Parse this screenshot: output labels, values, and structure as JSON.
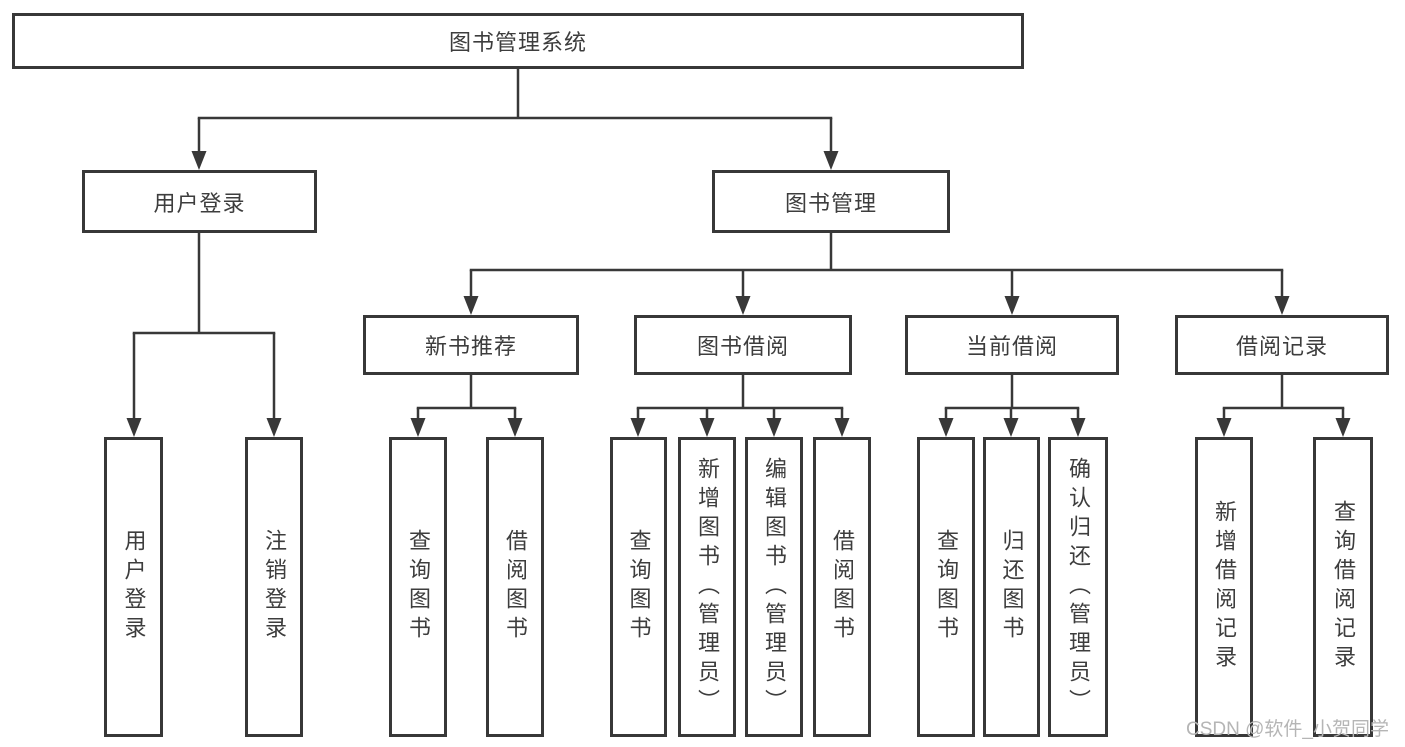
{
  "tree": {
    "label": "图书管理系统",
    "children": [
      {
        "label": "用户登录",
        "children": [
          {
            "label": "用户登录"
          },
          {
            "label": "注销登录"
          }
        ]
      },
      {
        "label": "图书管理",
        "children": [
          {
            "label": "新书推荐",
            "children": [
              {
                "label": "查询图书"
              },
              {
                "label": "借阅图书"
              }
            ]
          },
          {
            "label": "图书借阅",
            "children": [
              {
                "label": "查询图书"
              },
              {
                "label": "新增图书（管理员）"
              },
              {
                "label": "编辑图书（管理员）"
              },
              {
                "label": "借阅图书"
              }
            ]
          },
          {
            "label": "当前借阅",
            "children": [
              {
                "label": "查询图书"
              },
              {
                "label": "归还图书"
              },
              {
                "label": "确认归还（管理员）"
              }
            ]
          },
          {
            "label": "借阅记录",
            "children": [
              {
                "label": "新增借阅记录"
              },
              {
                "label": "查询借阅记录"
              }
            ]
          }
        ]
      }
    ]
  },
  "watermark": {
    "text": "CSDN @软件_小贺同学"
  },
  "colors": {
    "line": "#383838",
    "text": "#3d3d3d",
    "watermark_text": "#b5b5b5",
    "background": "#ffffff"
  }
}
